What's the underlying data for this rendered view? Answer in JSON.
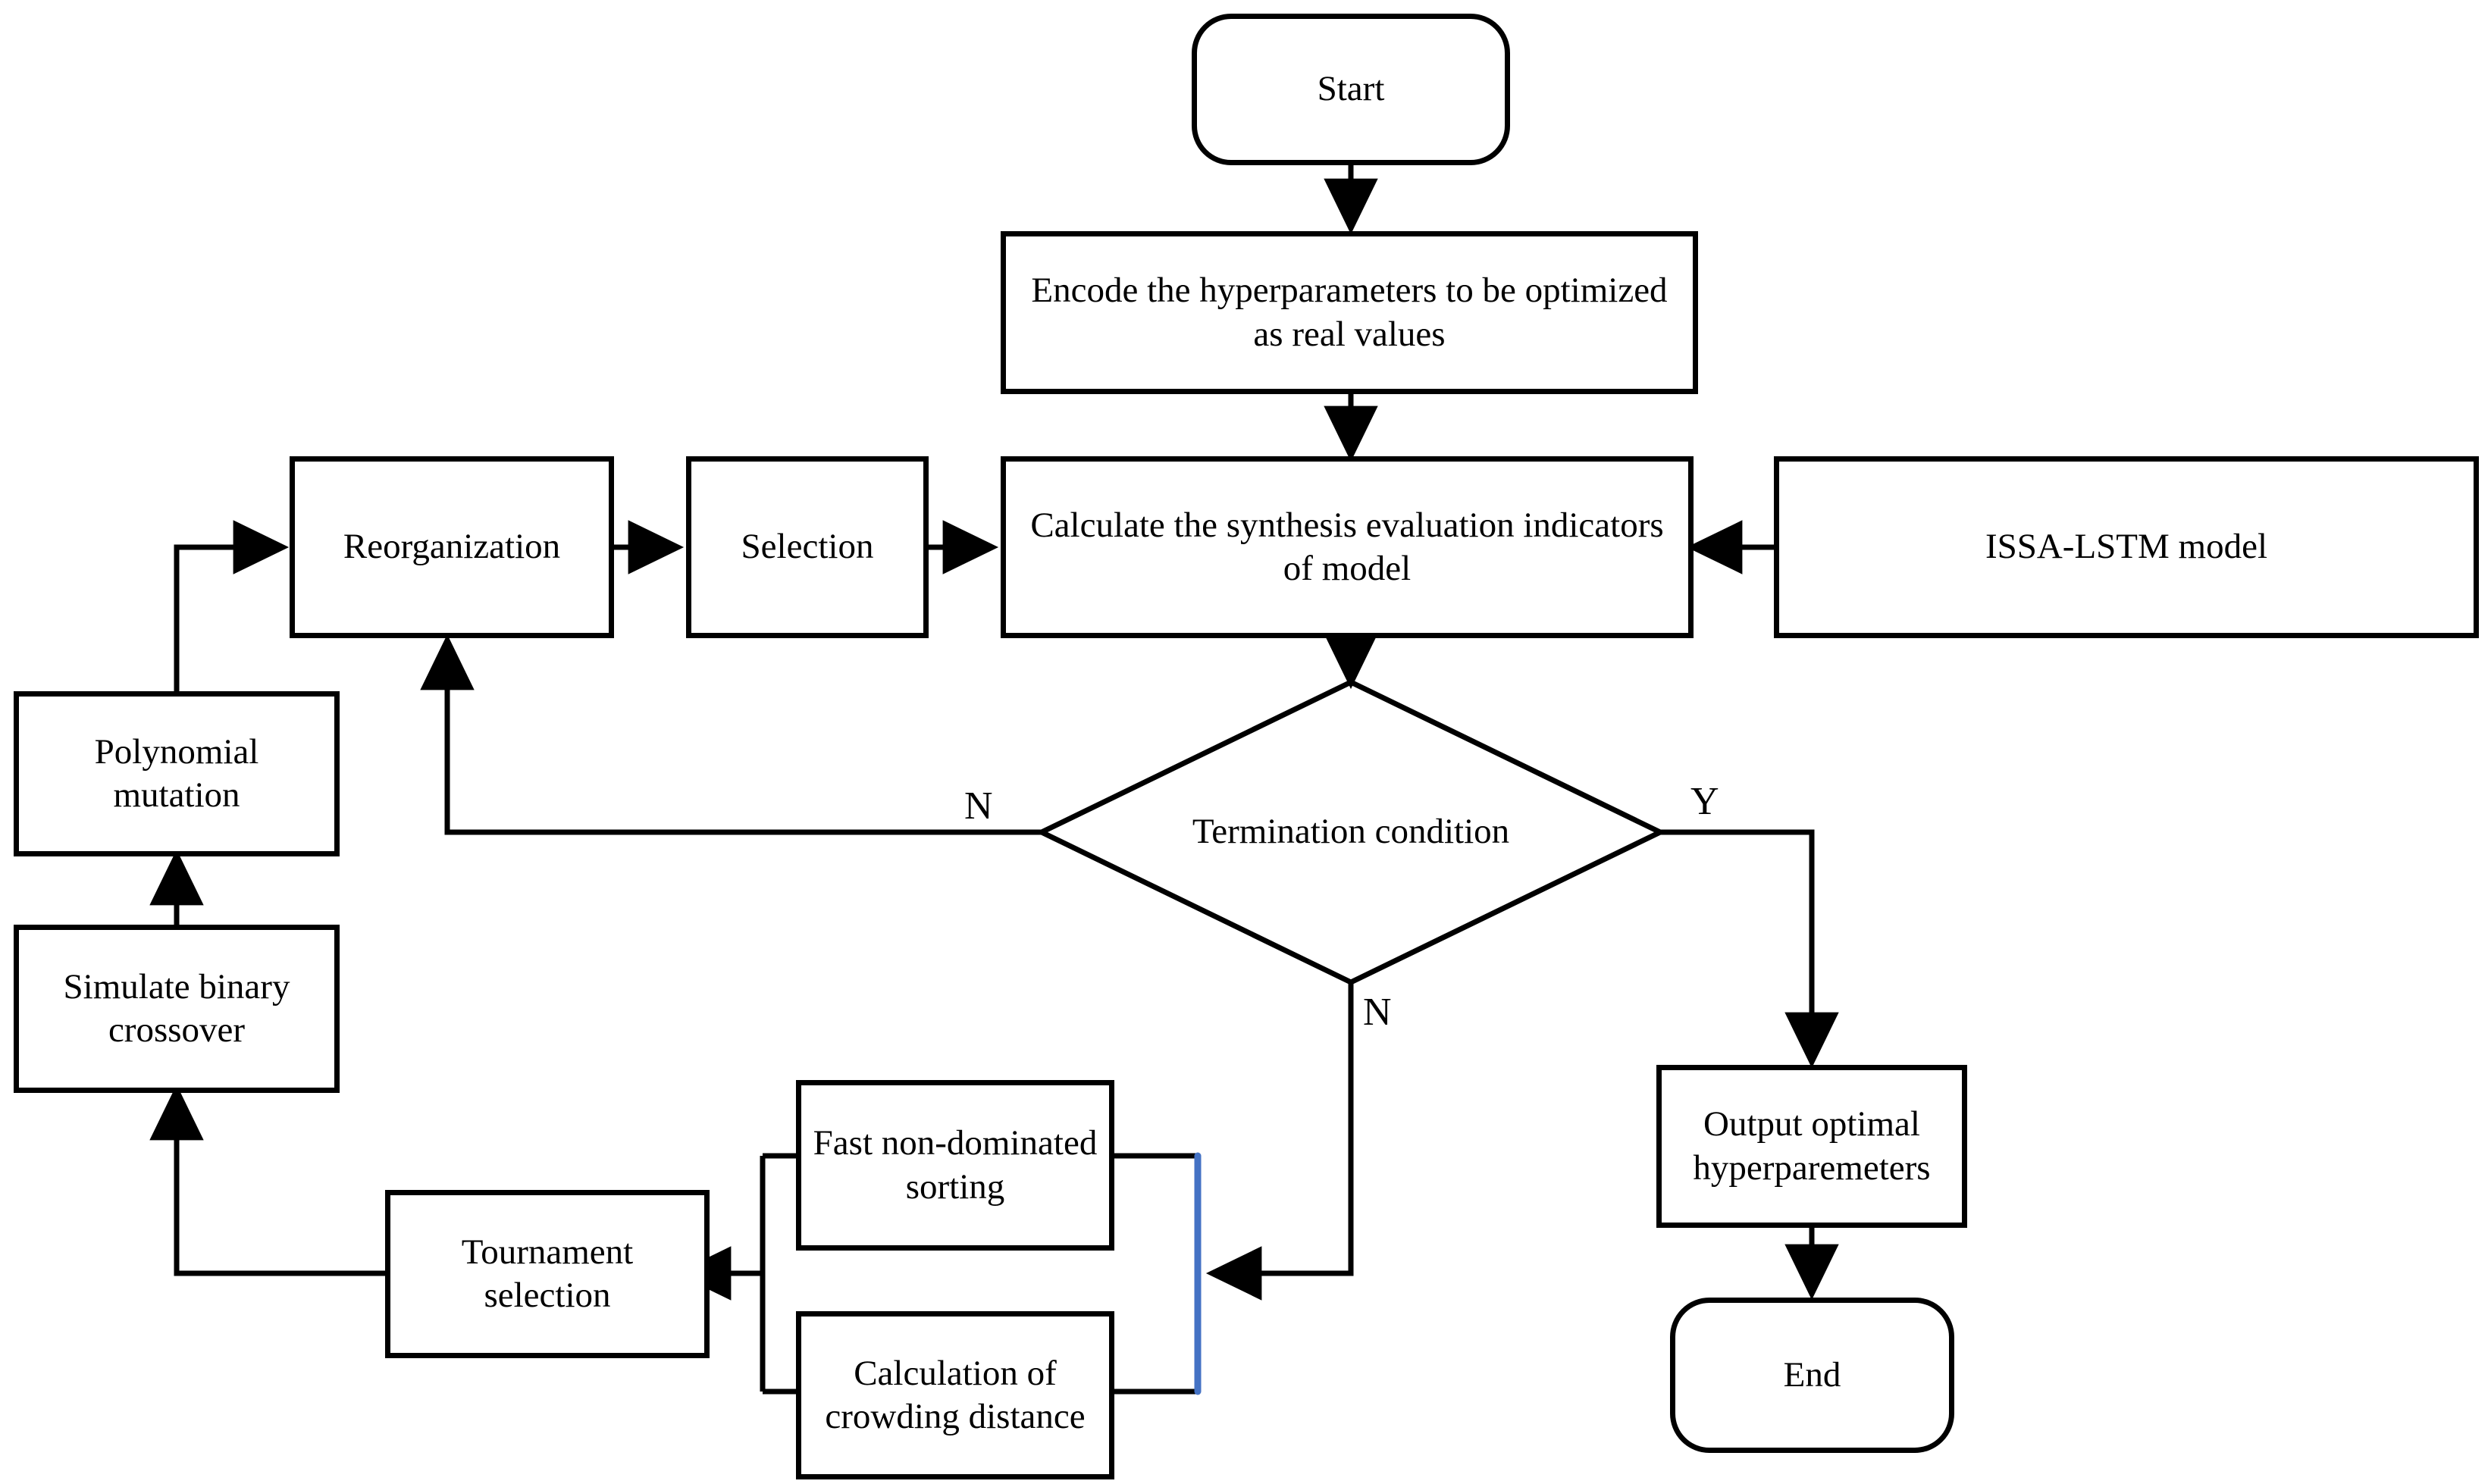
{
  "diagram": {
    "title": "ISSA-LSTM hyperparameter optimization flowchart",
    "line_color": "#000000",
    "accent_color": "#4472C4",
    "background": "#FFFFFF"
  },
  "nodes": {
    "start": "Start",
    "encode": "Encode the hyperparameters to be optimized as real values",
    "reorganization": "Reorganization",
    "selection": "Selection",
    "calculate": "Calculate the synthesis evaluation indicators of model",
    "issa_lstm": "ISSA-LSTM model",
    "termination": "Termination condition",
    "polynomial_mutation": "Polynomial mutation",
    "simulate_binary_crossover": "Simulate binary crossover",
    "tournament_selection": "Tournament selection",
    "fast_non_dominated_sorting": "Fast non-dominated sorting",
    "crowding_distance": "Calculation of crowding distance",
    "output_optimal": "Output optimal hyperparemeters",
    "end": "End"
  },
  "branch_labels": {
    "no_left": "N",
    "yes_right": "Y",
    "no_bottom": "N"
  },
  "chart_data": {
    "type": "diagram",
    "flow": [
      {
        "from": "start",
        "to": "encode"
      },
      {
        "from": "encode",
        "to": "calculate"
      },
      {
        "from": "issa_lstm",
        "to": "calculate"
      },
      {
        "from": "reorganization",
        "to": "selection"
      },
      {
        "from": "selection",
        "to": "calculate"
      },
      {
        "from": "calculate",
        "to": "termination"
      },
      {
        "from": "termination",
        "to": "reorganization",
        "label": "N"
      },
      {
        "from": "termination",
        "to": "output_optimal",
        "label": "Y"
      },
      {
        "from": "termination",
        "to": "fast_non_dominated_sorting",
        "label": "N"
      },
      {
        "from": "termination",
        "to": "crowding_distance",
        "label": "N"
      },
      {
        "from": "fast_non_dominated_sorting",
        "to": "tournament_selection"
      },
      {
        "from": "crowding_distance",
        "to": "tournament_selection"
      },
      {
        "from": "tournament_selection",
        "to": "simulate_binary_crossover"
      },
      {
        "from": "simulate_binary_crossover",
        "to": "polynomial_mutation"
      },
      {
        "from": "polynomial_mutation",
        "to": "reorganization"
      },
      {
        "from": "output_optimal",
        "to": "end"
      }
    ]
  }
}
